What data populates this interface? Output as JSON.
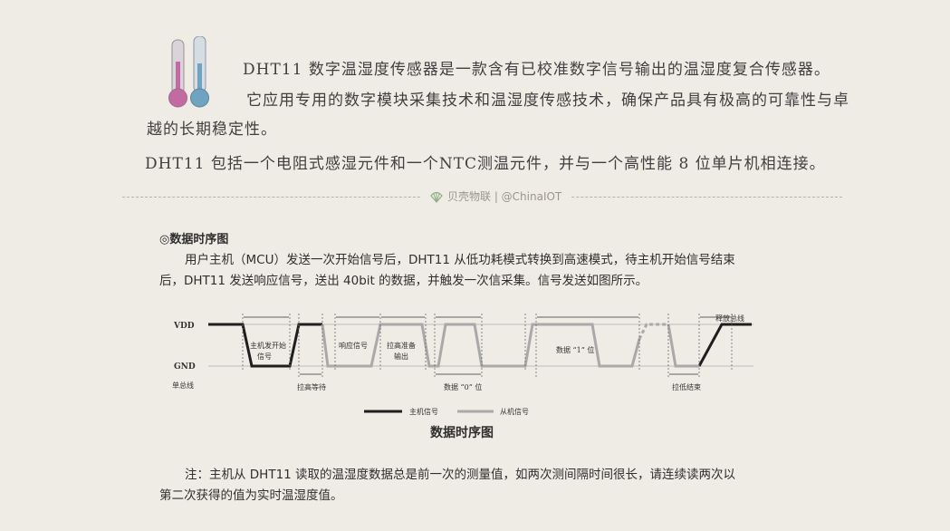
{
  "intro": {
    "line1": "DHT11 数字温湿度传感器是一款含有已校准数字信号输出的温湿度复合传感器。",
    "line2": "它应用专用的数字模块采集技术和温湿度传感技术，确保产品具有极高的可靠性与卓",
    "line3": "越的长期稳定性。",
    "line4": "DHT11 包括一个电阻式感湿元件和一个NTC测温元件，并与一个高性能 8 位单片机相连接。"
  },
  "brand": {
    "text": "贝壳物联 | @ChinaIOT"
  },
  "section": {
    "title": "◎数据时序图",
    "para_line1": "用户主机（MCU）发送一次开始信号后，DHT11 从低功耗模式转换到高速模式，待主机开始信号结束",
    "para_line2": "后，DHT11 发送响应信号，送出 40bit 的数据，并触发一次信采集。信号发送如图所示。"
  },
  "diagram": {
    "vdd": "VDD",
    "gnd": "GND",
    "bus": "单总线",
    "host_start_1": "主机发开始",
    "host_start_2": "信号",
    "pull_wait": "拉高等待",
    "response": "响应信号",
    "ready_1": "拉高准备",
    "ready_2": "输出",
    "bit0": "数据 “0” 位",
    "bit1": "数据 “1” 位",
    "release": "释放总线",
    "end": "拉低结束",
    "legend_host": "主机信号",
    "legend_slave": "从机信号",
    "caption": "数据时序图"
  },
  "colors": {
    "host": "#1e1e1e",
    "slave": "#a9a9a9",
    "background": "#efebe5"
  },
  "note": {
    "line1": "注：主机从 DHT11 读取的温湿度数据总是前一次的测量值，如两次测间隔时间很长，请连续读两次以",
    "line2": "第二次获得的值为实时温湿度值。"
  }
}
